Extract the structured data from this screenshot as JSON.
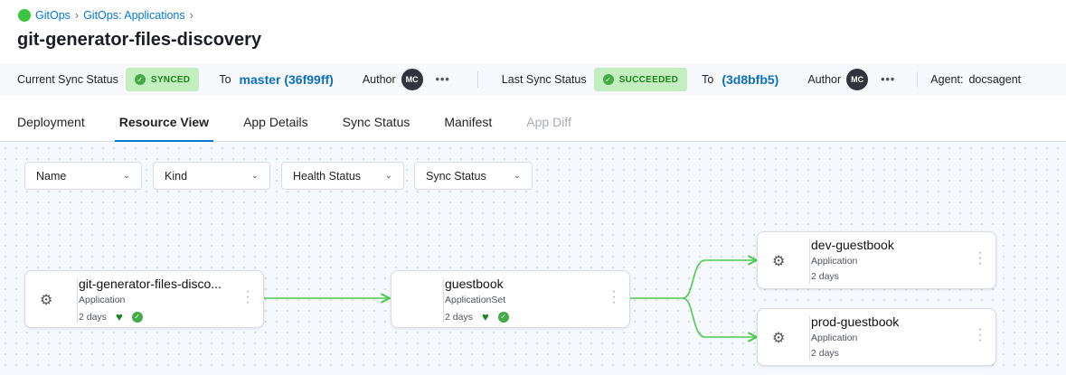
{
  "breadcrumbs": [
    "GitOps",
    "GitOps: Applications"
  ],
  "title": "git-generator-files-discovery",
  "status_bar": {
    "current_label": "Current Sync Status",
    "current_badge": "SYNCED",
    "to1": "To",
    "current_ref": "master (36f99ff)",
    "author1": "Author",
    "author1_initials": "MC",
    "last_label": "Last Sync Status",
    "last_badge": "SUCCEEDED",
    "to2": "To",
    "last_ref": "(3d8bfb5)",
    "author2": "Author",
    "author2_initials": "MC",
    "agent_label": "Agent:",
    "agent": "docsagent"
  },
  "tabs": [
    {
      "label": "Deployment"
    },
    {
      "label": "Resource View"
    },
    {
      "label": "App Details"
    },
    {
      "label": "Sync Status"
    },
    {
      "label": "Manifest"
    },
    {
      "label": "App Diff"
    }
  ],
  "filters": [
    "Name",
    "Kind",
    "Health Status",
    "Sync Status"
  ],
  "nodes": [
    {
      "name": "git-generator-files-disco...",
      "kind": "Application",
      "age": "2 days"
    },
    {
      "name": "guestbook",
      "kind": "ApplicationSet",
      "age": "2 days"
    },
    {
      "name": "dev-guestbook",
      "kind": "Application",
      "age": "2 days"
    },
    {
      "name": "prod-guestbook",
      "kind": "Application",
      "age": "2 days"
    }
  ],
  "colors": {
    "accent": "#0278d5",
    "edge": "#4ccb4c",
    "healthy": "#1b841d"
  }
}
